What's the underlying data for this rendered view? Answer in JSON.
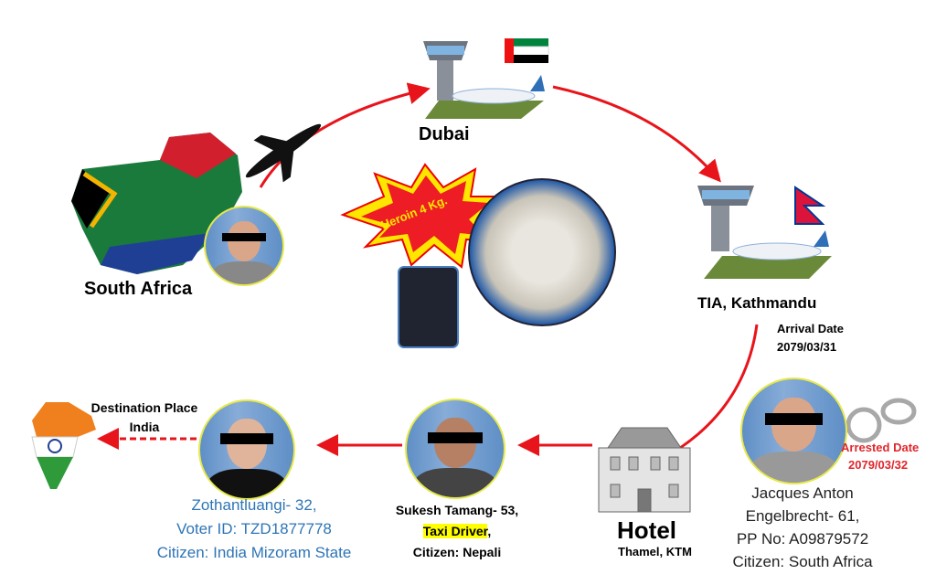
{
  "locations": {
    "origin": "South Africa",
    "transit": "Dubai",
    "arrival": "TIA, Kathmandu",
    "arrival_date_label": "Arrival Date",
    "arrival_date": "2079/03/31",
    "hotel": "Hotel",
    "hotel_area": "Thamel, KTM",
    "destination_label": "Destination Place",
    "destination": "India"
  },
  "seizure": {
    "label": "Heroin 4 Kg."
  },
  "suspects": [
    {
      "lines": [
        "Jacques Anton",
        "Engelbrecht- 61,",
        "PP No: A09879572",
        "Citizen: South Africa"
      ],
      "arrested_label": "Arrested Date",
      "arrested_date": "2079/03/32"
    },
    {
      "name": "Sukesh Tamang- 53,",
      "role": "Taxi Driver",
      "role_suffix": ",",
      "citizen": "Citizen: Nepali"
    },
    {
      "lines": [
        "Zothantluangi- 32,",
        "Voter ID: TZD1877778",
        "Citizen: India Mizoram State"
      ]
    }
  ],
  "colors": {
    "arrow": "#e8141b",
    "blue_text": "#2e75b6",
    "highlight": "#ffff00",
    "arrested": "#e0262c"
  }
}
